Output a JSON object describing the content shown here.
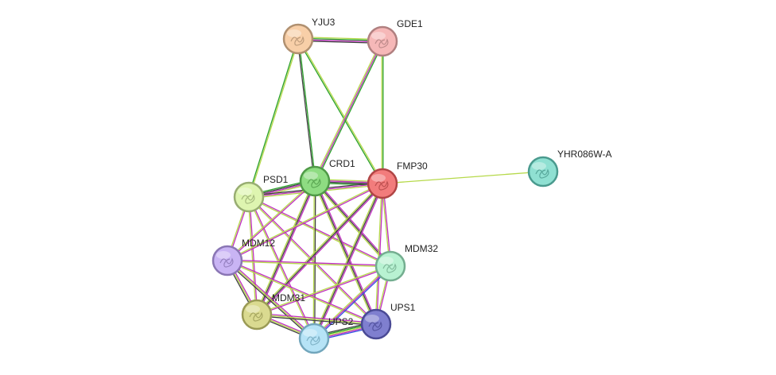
{
  "network": {
    "nodes": [
      {
        "id": "YJU3",
        "label": "YJU3",
        "color": "#f8cfa8",
        "border": "#b09070"
      },
      {
        "id": "GDE1",
        "label": "GDE1",
        "color": "#f6b8b8",
        "border": "#b08080"
      },
      {
        "id": "CRD1",
        "label": "CRD1",
        "color": "#8edc82",
        "border": "#4f9a47"
      },
      {
        "id": "FMP30",
        "label": "FMP30",
        "color": "#f27c7c",
        "border": "#b04545"
      },
      {
        "id": "PSD1",
        "label": "PSD1",
        "color": "#def5b0",
        "border": "#98ad72"
      },
      {
        "id": "YHR086W-A",
        "label": "YHR086W-A",
        "color": "#8fe0d2",
        "border": "#4a9a8e"
      },
      {
        "id": "MDM12",
        "label": "MDM12",
        "color": "#c9b4f4",
        "border": "#8a76b4"
      },
      {
        "id": "MDM32",
        "label": "MDM32",
        "color": "#b8f2d2",
        "border": "#74ae90"
      },
      {
        "id": "MDM31",
        "label": "MDM31",
        "color": "#dada90",
        "border": "#9a9a55"
      },
      {
        "id": "UPS1",
        "label": "UPS1",
        "color": "#7f7fcf",
        "border": "#4a4a95"
      },
      {
        "id": "UPS2",
        "label": "UPS2",
        "color": "#b6e3f6",
        "border": "#72a6bc"
      }
    ],
    "edges": [
      {
        "source": "YJU3",
        "target": "GDE1",
        "colors": [
          "#b6d94a",
          "#2aa02a",
          "#c030c0",
          "#404040"
        ]
      },
      {
        "source": "YJU3",
        "target": "CRD1",
        "colors": [
          "#2aa02a",
          "#404040"
        ]
      },
      {
        "source": "YJU3",
        "target": "FMP30",
        "colors": [
          "#b6d94a",
          "#2aa02a"
        ]
      },
      {
        "source": "YJU3",
        "target": "PSD1",
        "colors": [
          "#b6d94a",
          "#2aa02a"
        ]
      },
      {
        "source": "GDE1",
        "target": "CRD1",
        "colors": [
          "#2aa02a",
          "#c030c0",
          "#b6d94a"
        ]
      },
      {
        "source": "GDE1",
        "target": "FMP30",
        "colors": [
          "#2aa02a",
          "#b6d94a"
        ]
      },
      {
        "source": "CRD1",
        "target": "FMP30",
        "colors": [
          "#b6d94a",
          "#c030c0",
          "#404040",
          "#2aa02a"
        ]
      },
      {
        "source": "CRD1",
        "target": "PSD1",
        "colors": [
          "#b6d94a",
          "#c030c0",
          "#404040",
          "#2aa02a"
        ]
      },
      {
        "source": "FMP30",
        "target": "PSD1",
        "colors": [
          "#b6d94a",
          "#c030c0",
          "#404040"
        ]
      },
      {
        "source": "FMP30",
        "target": "YHR086W-A",
        "colors": [
          "#b6d94a"
        ]
      },
      {
        "source": "PSD1",
        "target": "MDM12",
        "colors": [
          "#c030c0",
          "#b6d94a"
        ]
      },
      {
        "source": "PSD1",
        "target": "MDM32",
        "colors": [
          "#c030c0",
          "#b6d94a"
        ]
      },
      {
        "source": "PSD1",
        "target": "MDM31",
        "colors": [
          "#c030c0",
          "#b6d94a"
        ]
      },
      {
        "source": "PSD1",
        "target": "UPS1",
        "colors": [
          "#c030c0",
          "#b6d94a"
        ]
      },
      {
        "source": "PSD1",
        "target": "UPS2",
        "colors": [
          "#c030c0",
          "#b6d94a"
        ]
      },
      {
        "source": "CRD1",
        "target": "MDM12",
        "colors": [
          "#c030c0",
          "#b6d94a"
        ]
      },
      {
        "source": "CRD1",
        "target": "MDM32",
        "colors": [
          "#c030c0",
          "#404040",
          "#b6d94a"
        ]
      },
      {
        "source": "CRD1",
        "target": "MDM31",
        "colors": [
          "#c030c0",
          "#404040",
          "#b6d94a"
        ]
      },
      {
        "source": "CRD1",
        "target": "UPS1",
        "colors": [
          "#c030c0",
          "#404040",
          "#b6d94a"
        ]
      },
      {
        "source": "CRD1",
        "target": "UPS2",
        "colors": [
          "#404040",
          "#b6d94a"
        ]
      },
      {
        "source": "FMP30",
        "target": "MDM12",
        "colors": [
          "#c030c0",
          "#b6d94a"
        ]
      },
      {
        "source": "FMP30",
        "target": "MDM32",
        "colors": [
          "#c030c0",
          "#b6d94a"
        ]
      },
      {
        "source": "FMP30",
        "target": "MDM31",
        "colors": [
          "#c030c0",
          "#404040",
          "#b6d94a"
        ]
      },
      {
        "source": "FMP30",
        "target": "UPS1",
        "colors": [
          "#c030c0",
          "#b6d94a"
        ]
      },
      {
        "source": "FMP30",
        "target": "UPS2",
        "colors": [
          "#c030c0",
          "#404040",
          "#b6d94a"
        ]
      },
      {
        "source": "MDM12",
        "target": "MDM32",
        "colors": [
          "#c030c0",
          "#b6d94a"
        ]
      },
      {
        "source": "MDM12",
        "target": "MDM31",
        "colors": [
          "#c030c0",
          "#b6d94a",
          "#404040"
        ]
      },
      {
        "source": "MDM12",
        "target": "UPS1",
        "colors": [
          "#c030c0",
          "#b6d94a"
        ]
      },
      {
        "source": "MDM12",
        "target": "UPS2",
        "colors": [
          "#c030c0",
          "#b6d94a",
          "#404040"
        ]
      },
      {
        "source": "MDM32",
        "target": "MDM31",
        "colors": [
          "#c030c0",
          "#b6d94a"
        ]
      },
      {
        "source": "MDM32",
        "target": "UPS1",
        "colors": [
          "#c030c0",
          "#b6d94a"
        ]
      },
      {
        "source": "MDM32",
        "target": "UPS2",
        "colors": [
          "#3050e0",
          "#c030c0",
          "#b6d94a"
        ]
      },
      {
        "source": "MDM31",
        "target": "UPS1",
        "colors": [
          "#c030c0",
          "#b6d94a",
          "#404040"
        ]
      },
      {
        "source": "MDM31",
        "target": "UPS2",
        "colors": [
          "#c030c0",
          "#b6d94a",
          "#404040"
        ]
      },
      {
        "source": "UPS1",
        "target": "UPS2",
        "colors": [
          "#3050e0",
          "#c030c0",
          "#b6d94a",
          "#2aa02a",
          "#404040"
        ]
      }
    ]
  }
}
